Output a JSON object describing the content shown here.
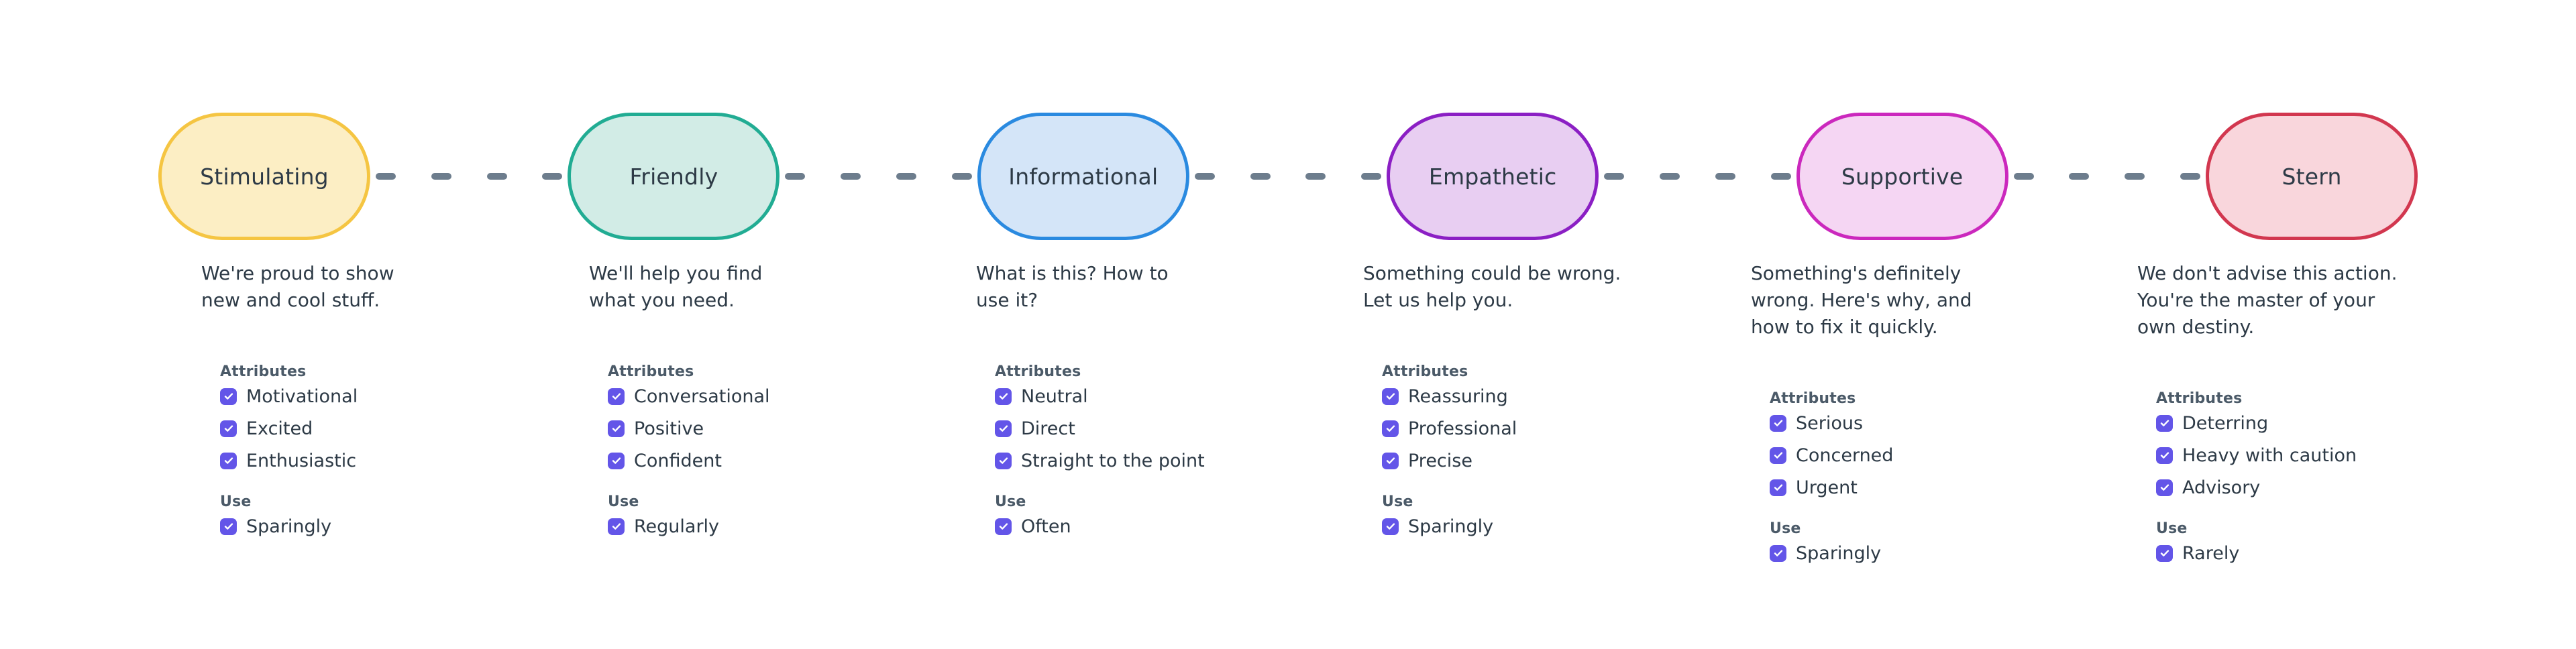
{
  "theme": {
    "background": "#ffffff",
    "text_dark": "#2d3a46",
    "text_muted": "#4b5a68",
    "checkbox_color": "#6355e8",
    "connector_color": "#6d7d8d"
  },
  "labels": {
    "attributes_heading": "Attributes",
    "use_heading": "Use"
  },
  "tones": [
    {
      "name": "Stimulating",
      "fill": "#fceec4",
      "stroke": "#f5c542",
      "description": "We're proud to show\nnew and cool stuff.",
      "attributes": [
        "Motivational",
        "Excited",
        "Enthusiastic"
      ],
      "use": [
        "Sparingly"
      ]
    },
    {
      "name": "Friendly",
      "fill": "#d2ece6",
      "stroke": "#21ac93",
      "description": "We'll help you find\nwhat you need.",
      "attributes": [
        "Conversational",
        "Positive",
        "Confident"
      ],
      "use": [
        "Regularly"
      ]
    },
    {
      "name": "Informational",
      "fill": "#d4e5f8",
      "stroke": "#2a8ae0",
      "description": "What is this? How to\nuse it?",
      "attributes": [
        "Neutral",
        "Direct",
        "Straight to the point"
      ],
      "use": [
        "Often"
      ]
    },
    {
      "name": "Empathetic",
      "fill": "#e8cef2",
      "stroke": "#8b1fc4",
      "description": "Something could be wrong.\nLet us help you.",
      "attributes": [
        "Reassuring",
        "Professional",
        "Precise"
      ],
      "use": [
        "Sparingly"
      ]
    },
    {
      "name": "Supportive",
      "fill": "#f5d6f3",
      "stroke": "#cb28bd",
      "description": "Something's definitely\nwrong. Here's why, and\nhow to fix it quickly.",
      "attributes": [
        "Serious",
        "Concerned",
        "Urgent"
      ],
      "use": [
        "Sparingly"
      ]
    },
    {
      "name": "Stern",
      "fill": "#f9d6dc",
      "stroke": "#d2374f",
      "description": "We don't advise this action.\nYou're the master of your\nown destiny.",
      "attributes": [
        "Deterring",
        "Heavy with caution",
        "Advisory"
      ],
      "use": [
        "Rarely"
      ]
    }
  ],
  "connector": {
    "icon": "dashed-line",
    "dash_count": 4
  }
}
